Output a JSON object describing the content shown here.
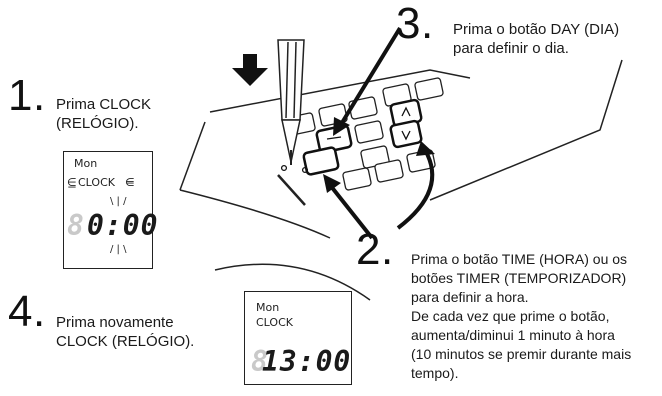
{
  "steps": [
    {
      "number": "1",
      "text_lines": [
        "Prima CLOCK",
        "(RELÓGIO)."
      ]
    },
    {
      "number": "2",
      "text_lines": [
        "Prima o botão TIME (HORA) ou os",
        "botões TIMER (TEMPORIZADOR)",
        "para definir a hora.",
        "De cada vez que prime o botão,",
        "aumenta/diminui 1 minuto à hora",
        "(10 minutos se premir durante mais",
        "tempo)."
      ]
    },
    {
      "number": "3",
      "text_lines": [
        "Prima o botão DAY (DIA)",
        "para definir o dia."
      ]
    },
    {
      "number": "4",
      "text_lines": [
        "Prima novamente",
        "CLOCK (RELÓGIO)."
      ]
    }
  ],
  "display_1": {
    "day": "Mon",
    "label": "CLOCK",
    "time": "0:00",
    "ghost_digit": "8"
  },
  "display_2": {
    "day": "Mon",
    "label": "CLOCK",
    "time": "13:00",
    "ghost_digit": "8"
  }
}
